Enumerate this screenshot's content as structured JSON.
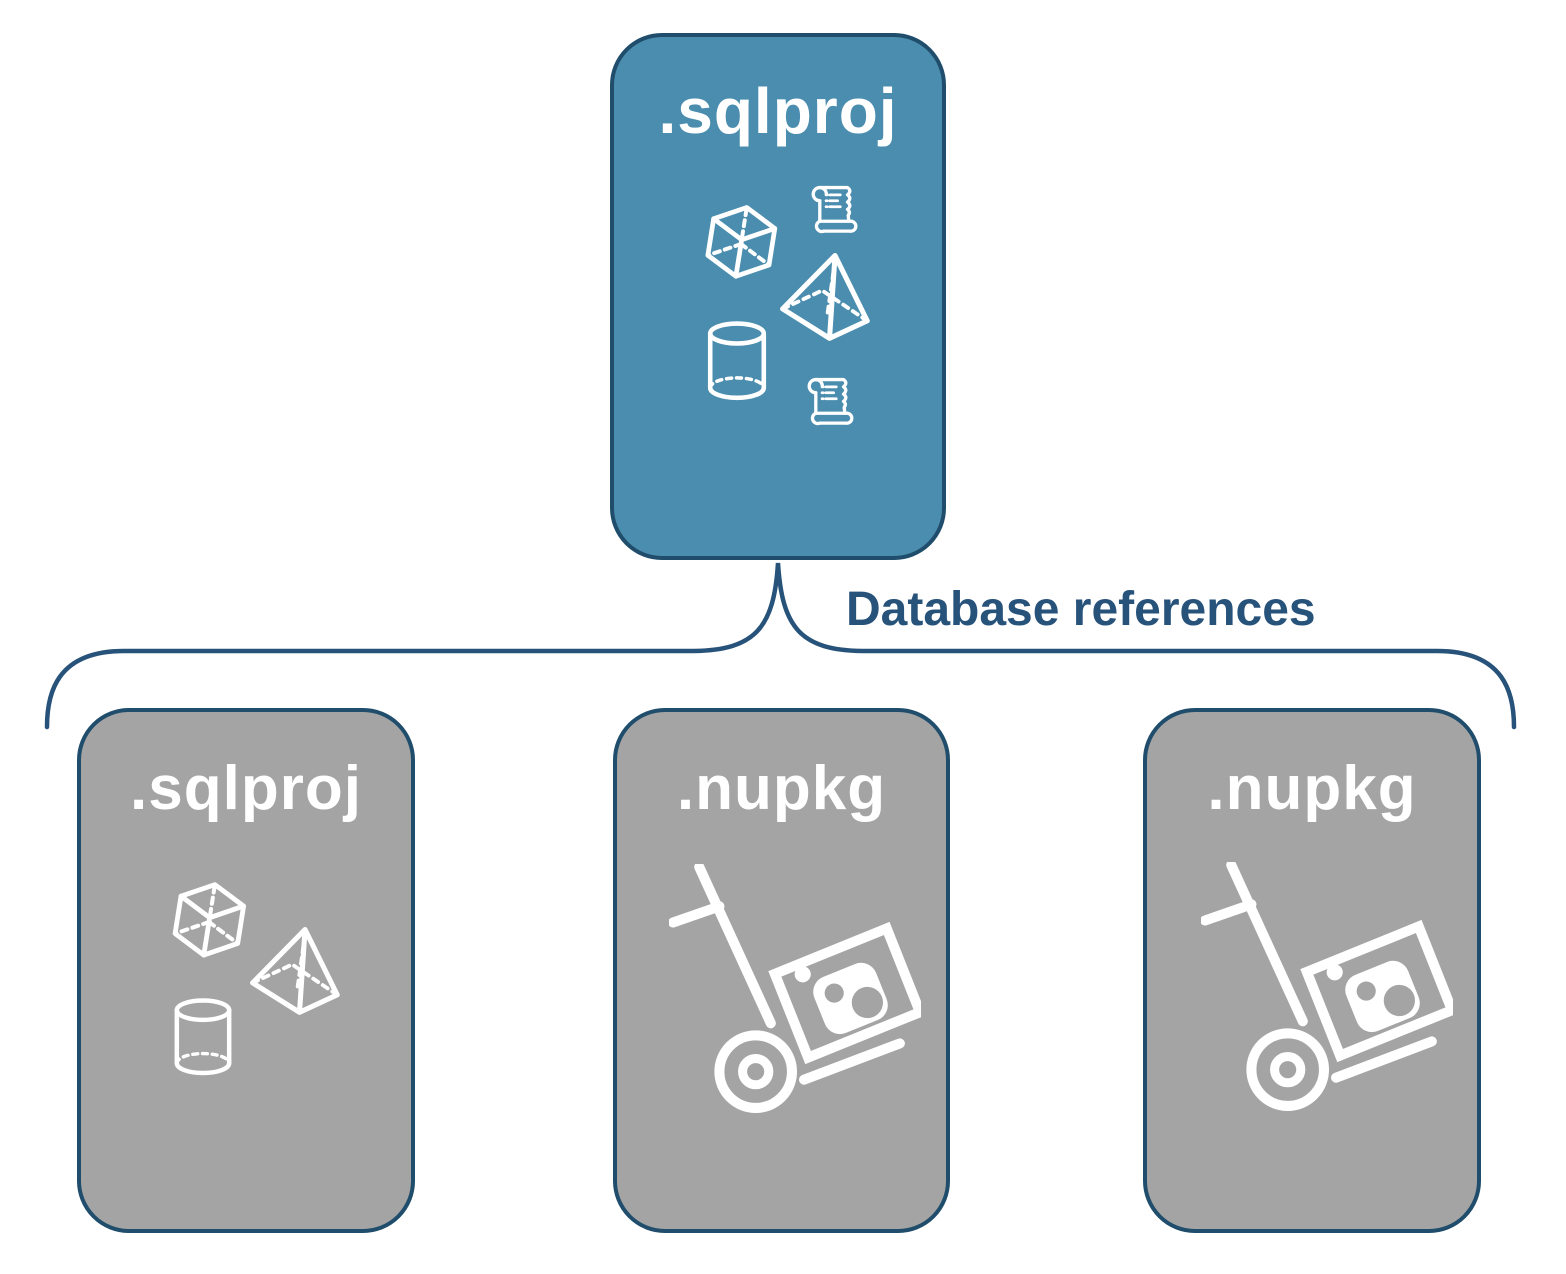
{
  "diagram": {
    "connector_label": "Database references",
    "root": {
      "label": ".sqlproj",
      "icons": [
        "cube",
        "scroll",
        "pyramid",
        "cylinder",
        "scroll"
      ]
    },
    "references": [
      {
        "label": ".sqlproj",
        "icons": [
          "cube",
          "pyramid",
          "cylinder"
        ]
      },
      {
        "label": ".nupkg",
        "icons": [
          "package-hand-truck"
        ]
      },
      {
        "label": ".nupkg",
        "icons": [
          "package-hand-truck"
        ]
      }
    ],
    "colors": {
      "root_fill": "#4A8DAE",
      "reference_fill": "#A4A4A4",
      "outline": "#1F4D6B",
      "connector_label_text": "#27527A",
      "box_label_text": "#FFFFFF",
      "icon_stroke": "#FFFFFF",
      "background": "#FFFFFF"
    }
  }
}
